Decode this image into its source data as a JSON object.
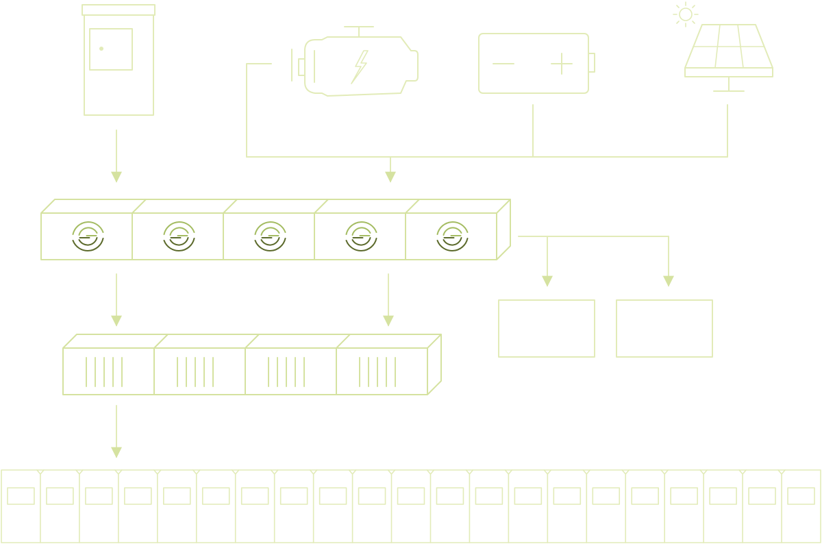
{
  "diagram": {
    "title": "",
    "colors": {
      "line": "#e2ebb8",
      "line_strong": "#d5e2a0",
      "logo_dark": "#5c6a2c",
      "logo_light": "#a4bc62",
      "background": "#ffffff"
    },
    "icons": {
      "panel": "electrical-panel-icon",
      "generator": "generator-engine-icon",
      "battery": "battery-icon",
      "solar": "solar-panel-icon",
      "logo": "brand-logo-icon"
    },
    "counts": {
      "logo_modules": 5,
      "battery_modules": 4,
      "bottom_units": 21,
      "output_boxes": 2
    }
  }
}
